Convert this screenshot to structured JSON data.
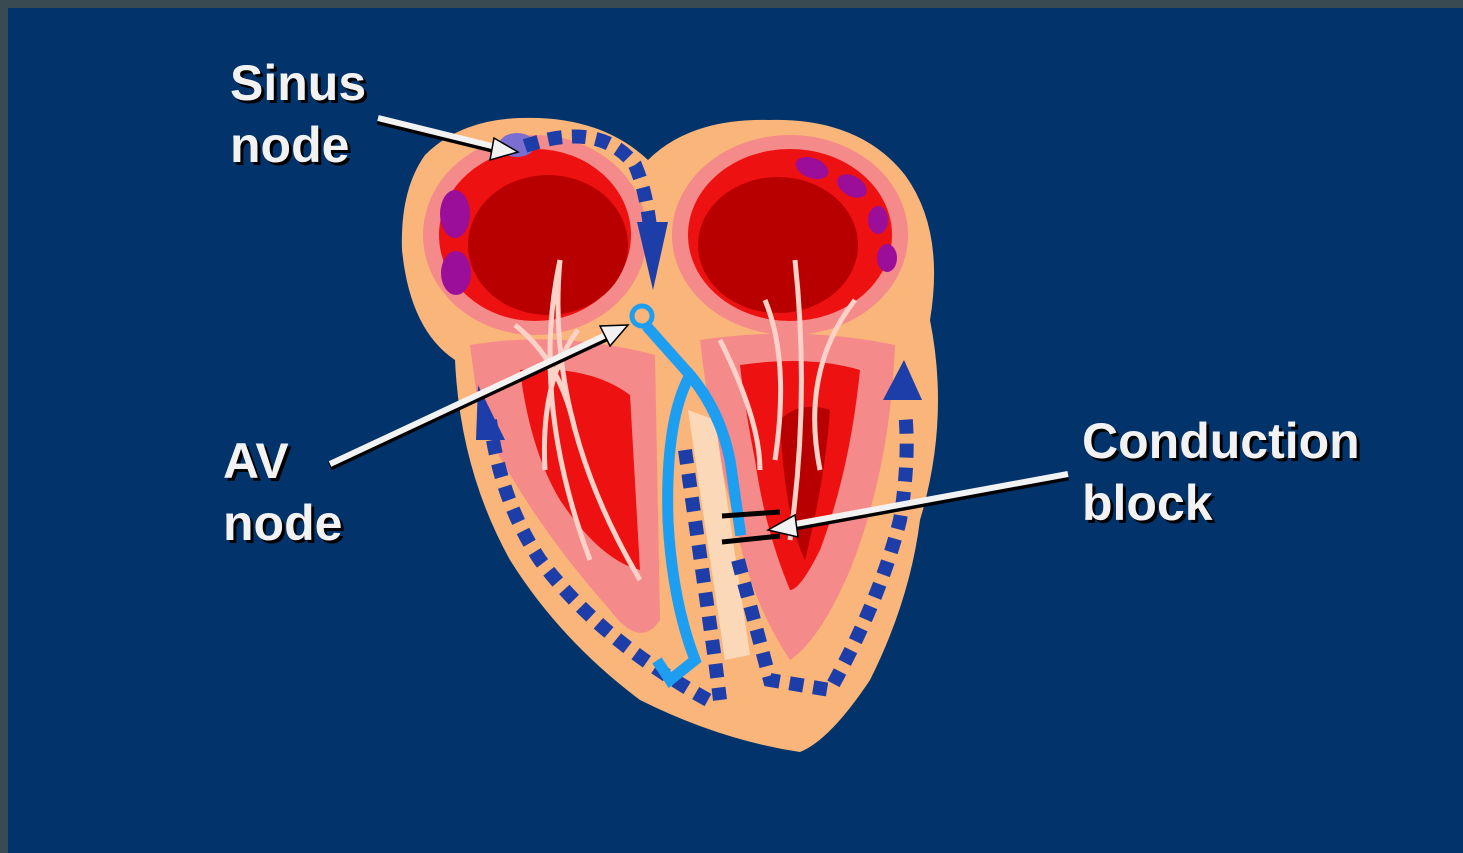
{
  "labels": {
    "sinus_node": {
      "line1": "Sinus",
      "line2": "node"
    },
    "av_node": {
      "line1": "AV",
      "line2": "node"
    },
    "conduction_block": {
      "line1": "Conduction",
      "line2": "block"
    }
  },
  "colors": {
    "background": "#02336a",
    "tissue_outer": "#f9b57a",
    "tissue_pink": "#f58a8a",
    "chamber_red": "#ee1111",
    "chamber_dark": "#b80000",
    "conduction_path": "#1e9ef0",
    "activation_arrows": "#1d3da8",
    "atrial_foci": "#9b0e9a",
    "text": "#f2f2f2"
  }
}
